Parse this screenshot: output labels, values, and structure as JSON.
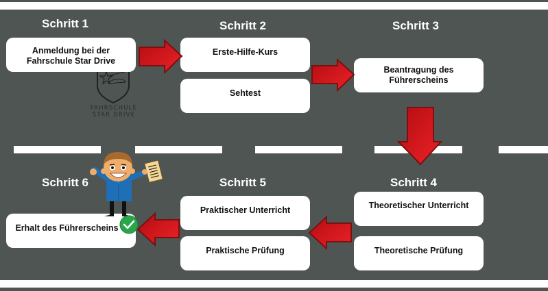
{
  "colors": {
    "background": "#4f5553",
    "road_marking": "#ffffff",
    "box": "#ffffff",
    "arrow_fill": "#d71920",
    "arrow_stroke": "#7a1010",
    "check_green": "#2aa64a"
  },
  "steps": [
    {
      "title": "Schritt 1",
      "items": [
        "Anmeldung bei der Fahrschule Star Drive"
      ]
    },
    {
      "title": "Schritt 2",
      "items": [
        "Erste-Hilfe-Kurs",
        "Sehtest"
      ]
    },
    {
      "title": "Schritt 3",
      "items": [
        "Beantragung des Führerscheins"
      ]
    },
    {
      "title": "Schritt 4",
      "items": [
        "Theoretischer Unterricht",
        "Theoretische Prüfung"
      ]
    },
    {
      "title": "Schritt 5",
      "items": [
        "Praktischer Unterricht",
        "Praktische Prüfung"
      ]
    },
    {
      "title": "Schritt 6",
      "items": [
        "Erhalt des Führerscheins"
      ]
    }
  ],
  "logo": {
    "line1": "FAHRSCHULE",
    "line2": "STAR DRIVE"
  },
  "icons": {
    "logo": "shield-star-car-logo",
    "character": "happy-person-with-document",
    "check": "green-checkmark"
  }
}
